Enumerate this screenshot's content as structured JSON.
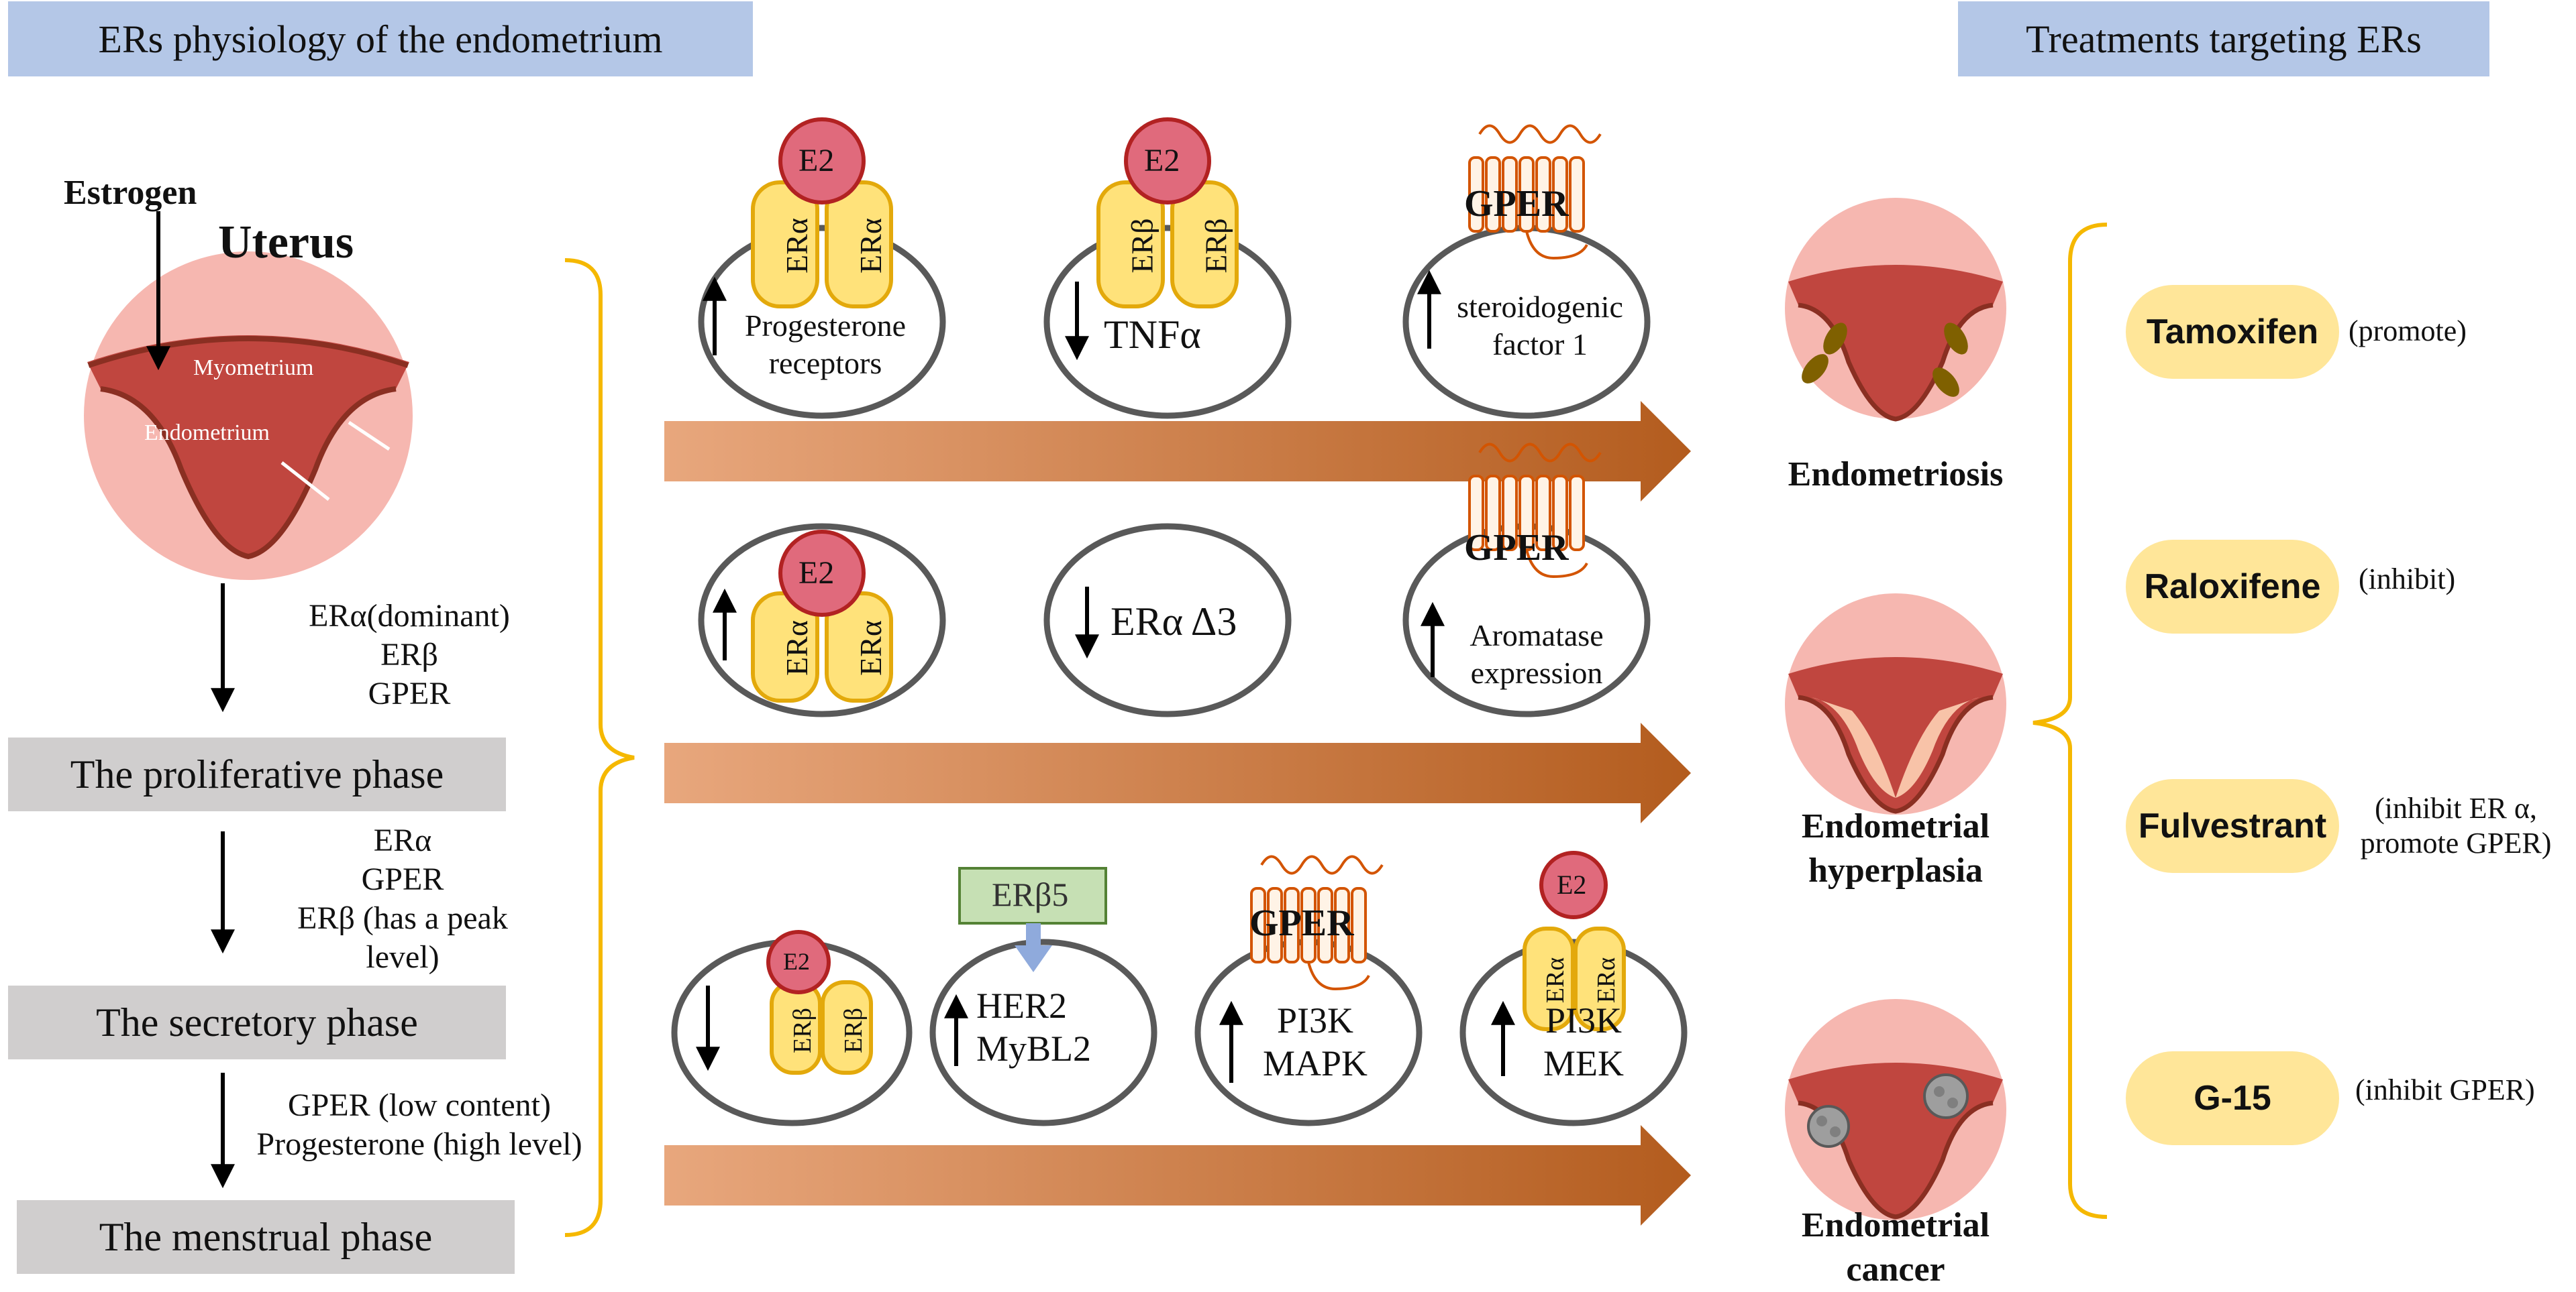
{
  "headers": {
    "left": "ERs physiology of the endometrium",
    "right": "Treatments targeting ERs"
  },
  "uterus": {
    "estrogen_label": "Estrogen",
    "title": "Uterus",
    "myometrium_label": "Myometrium",
    "endometrium_label": "Endometrium"
  },
  "cycle": {
    "arrow1_lines": [
      "ERα(dominant)",
      "ERβ",
      "GPER"
    ],
    "phase1": "The proliferative phase",
    "arrow2_lines": [
      "ERα",
      "GPER",
      "ERβ (has a peak",
      "level)"
    ],
    "phase2": "The secretory phase",
    "arrow3_lines": [
      "GPER (low content)",
      "Progesterone (high level)"
    ],
    "phase3": "The menstrual phase"
  },
  "mechanisms": {
    "row1": {
      "cell1": {
        "ligand": "E2",
        "receptor": "ERα",
        "direction": "up",
        "text": [
          "Progesterone",
          "receptors"
        ]
      },
      "cell2": {
        "ligand": "E2",
        "receptor": "ERβ",
        "direction": "down",
        "text": [
          "TNFα"
        ]
      },
      "cell3": {
        "receptor": "GPER",
        "direction": "up",
        "text": [
          "steroidogenic",
          "factor 1"
        ]
      }
    },
    "row2": {
      "cell1": {
        "ligand": "E2",
        "receptor": "ERα",
        "direction": "up"
      },
      "cell2": {
        "direction": "down",
        "text": [
          "ERα Δ3"
        ]
      },
      "cell3": {
        "receptor": "GPER",
        "direction": "up",
        "text": [
          "Aromatase",
          "expression"
        ]
      }
    },
    "row3": {
      "cell1": {
        "ligand": "E2",
        "receptor": "ERβ",
        "direction": "down"
      },
      "cell2": {
        "box": "ERβ5",
        "direction": "up",
        "text": [
          "HER2",
          "MyBL2"
        ]
      },
      "cell3": {
        "receptor": "GPER",
        "direction": "up",
        "text": [
          "PI3K",
          "MAPK"
        ]
      },
      "cell4": {
        "ligand": "E2",
        "receptor": "ERα",
        "direction": "up",
        "text": [
          "PI3K",
          "MEK"
        ]
      }
    }
  },
  "diseases": {
    "d1": [
      "Endometriosis"
    ],
    "d2": [
      "Endometrial",
      "hyperplasia"
    ],
    "d3": [
      "Endometrial",
      "cancer"
    ]
  },
  "treatments": [
    {
      "drug": "Tamoxifen",
      "effect": [
        "(promote)"
      ]
    },
    {
      "drug": "Raloxifene",
      "effect": [
        "(inhibit)"
      ]
    },
    {
      "drug": "Fulvestrant",
      "effect": [
        "(inhibit ER α,",
        "promote GPER)"
      ]
    },
    {
      "drug": "G-15",
      "effect": [
        "(inhibit GPER)"
      ]
    }
  ],
  "colors": {
    "header_bg": "#b4c7e7",
    "phase_bg": "#d0cece",
    "bracket": "#f5b800",
    "receptor_fill": "#ffe27a",
    "receptor_stroke": "#e3a90b",
    "e2_fill": "#e06a7c",
    "gpe_orange": "#d35400",
    "arrow_start": "#e8a77d",
    "arrow_end": "#b35c1e",
    "uterus_outer": "#f6b7b0",
    "uterus_red": "#c0463f",
    "pill": "#ffe699",
    "erb5_box": "#c6e0b4"
  }
}
